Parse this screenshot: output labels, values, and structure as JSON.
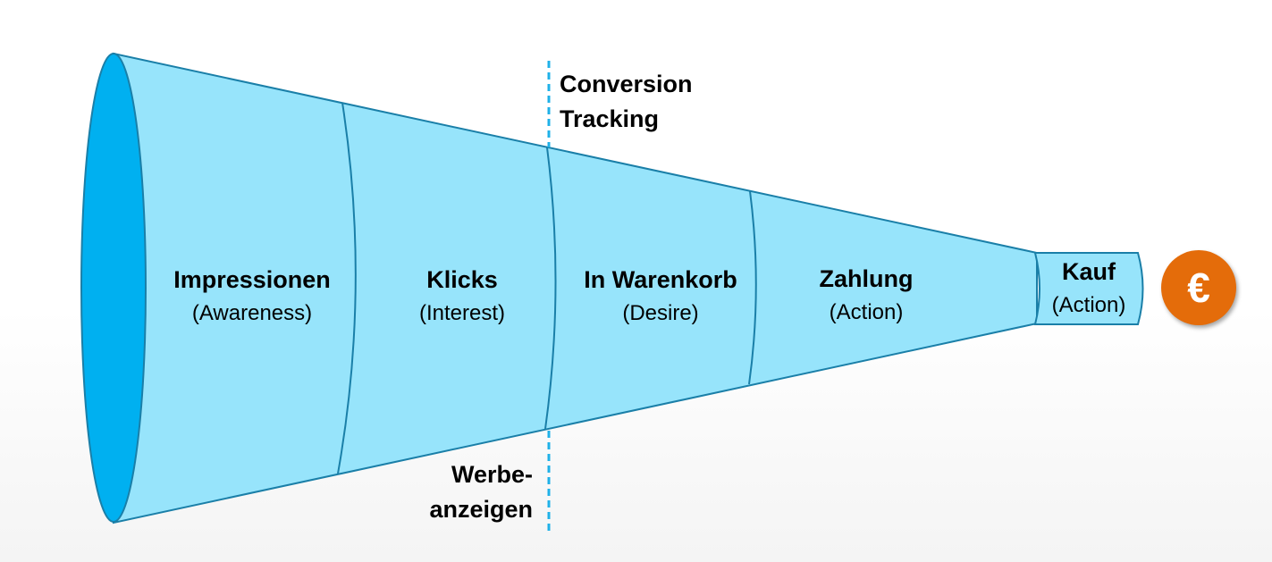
{
  "diagram": {
    "type": "funnel",
    "stages": [
      {
        "title": "Impressionen",
        "subtitle": "(Awareness)"
      },
      {
        "title": "Klicks",
        "subtitle": "(Interest)"
      },
      {
        "title": "In Warenkorb",
        "subtitle": "(Desire)"
      },
      {
        "title": "Zahlung",
        "subtitle": "(Action)"
      },
      {
        "title": "Kauf",
        "subtitle": "(Action)"
      }
    ],
    "annotations": {
      "conversion_tracking": [
        "Conversion",
        "Tracking"
      ],
      "werbeanzeigen": [
        "Werbe-",
        "anzeigen"
      ]
    },
    "end_icon": {
      "name": "euro-icon",
      "glyph": "€"
    },
    "colors": {
      "funnel_fill": "#97e4fb",
      "funnel_mouth": "#00b0f0",
      "outline": "#1a7fa8",
      "dashed_line": "#1fb1e8",
      "euro_circle": "#e46c0a"
    }
  }
}
